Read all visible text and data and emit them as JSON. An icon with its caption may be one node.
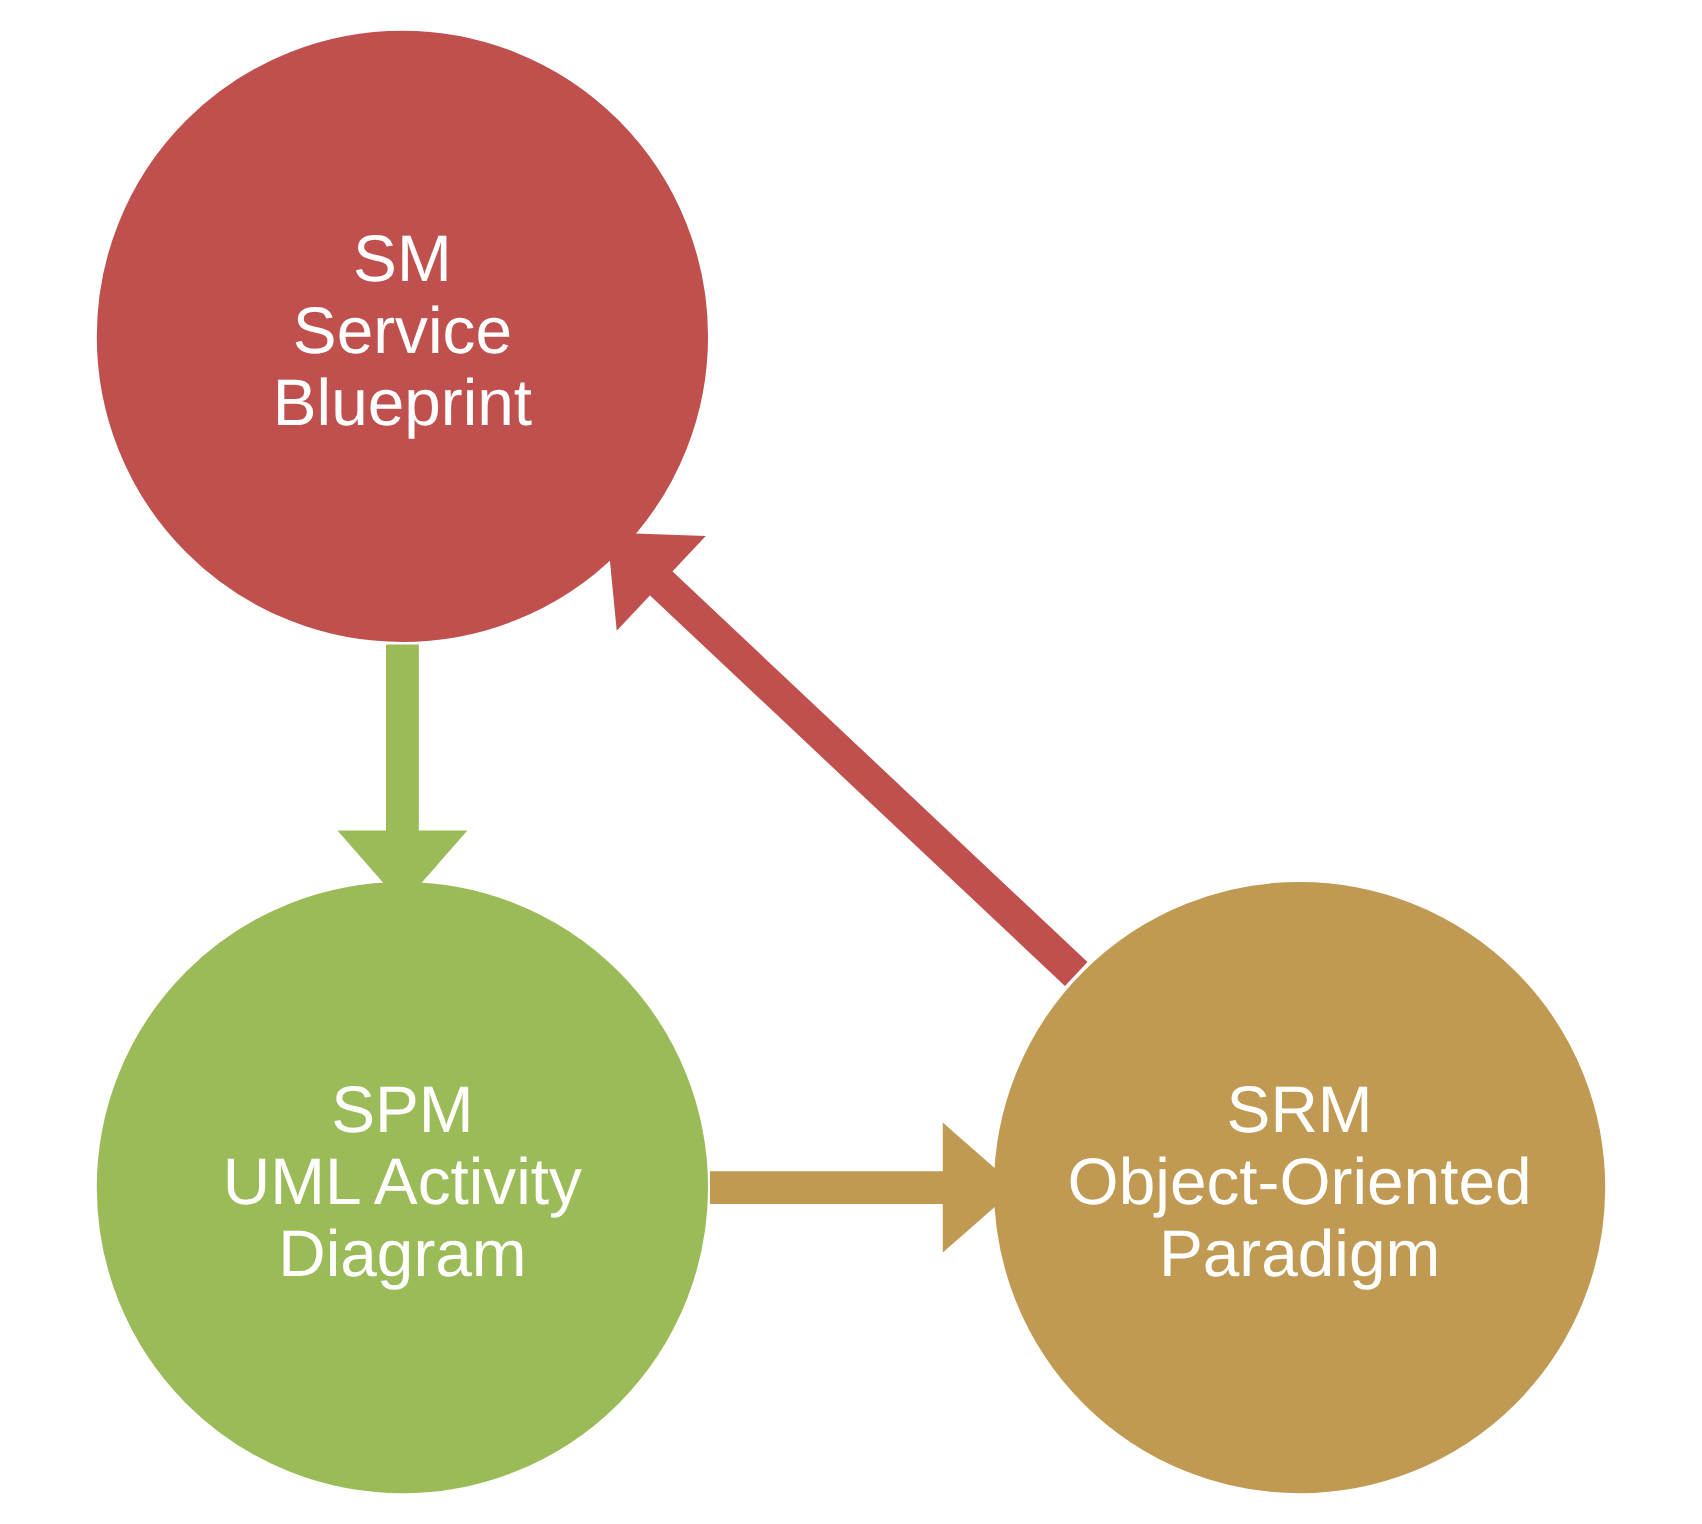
{
  "diagram": {
    "nodes": [
      {
        "text": [
          "SM",
          "Service Blueprint"
        ]
      },
      {
        "text": [
          "SPM",
          "UML Activity Diagram"
        ]
      },
      {
        "text": [
          "SRM",
          "Object-Oriented Paradigm"
        ]
      }
    ],
    "edges": [
      {
        "from": 0,
        "to": 1,
        "arrow": "to",
        "color": "#9bbb59"
      },
      {
        "from": 1,
        "to": 2,
        "arrow": "to",
        "color": "#c09a52"
      },
      {
        "from": 2,
        "to": 0,
        "arrow": "to",
        "color": "#c0504d"
      }
    ]
  }
}
